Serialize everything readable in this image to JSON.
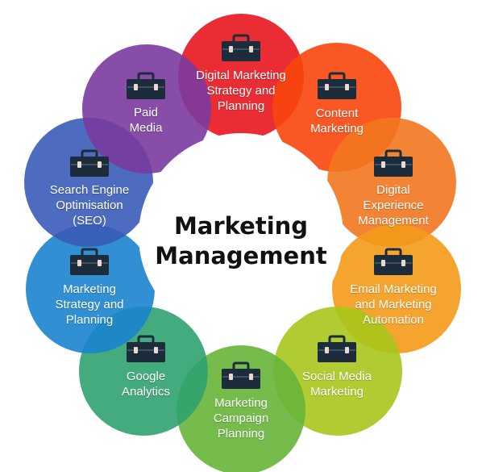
{
  "center": {
    "lines": [
      "Marketing",
      "Management"
    ]
  },
  "icon": "briefcase-icon",
  "petals": [
    {
      "lines": [
        "Digital Marketing",
        "Strategy and",
        "Planning"
      ],
      "color": "#E8161F"
    },
    {
      "lines": [
        "Content",
        "Marketing"
      ],
      "color": "#F8460C"
    },
    {
      "lines": [
        "Digital",
        "Experience",
        "Management"
      ],
      "color": "#F3771F"
    },
    {
      "lines": [
        "Email Marketing",
        "and Marketing",
        "Automation"
      ],
      "color": "#F49A1A"
    },
    {
      "lines": [
        "Social Media",
        "Marketing"
      ],
      "color": "#A8C61C"
    },
    {
      "lines": [
        "Marketing",
        "Campaign",
        "Planning"
      ],
      "color": "#67B53A"
    },
    {
      "lines": [
        "Google",
        "Analytics"
      ],
      "color": "#2FA270"
    },
    {
      "lines": [
        "Marketing",
        "Strategy and",
        "Planning"
      ],
      "color": "#1B84CF"
    },
    {
      "lines": [
        "Search Engine",
        "Optimisation",
        "(SEO)"
      ],
      "color": "#3A5BB8"
    },
    {
      "lines": [
        "Paid",
        "Media"
      ],
      "color": "#7A3A9E"
    }
  ]
}
